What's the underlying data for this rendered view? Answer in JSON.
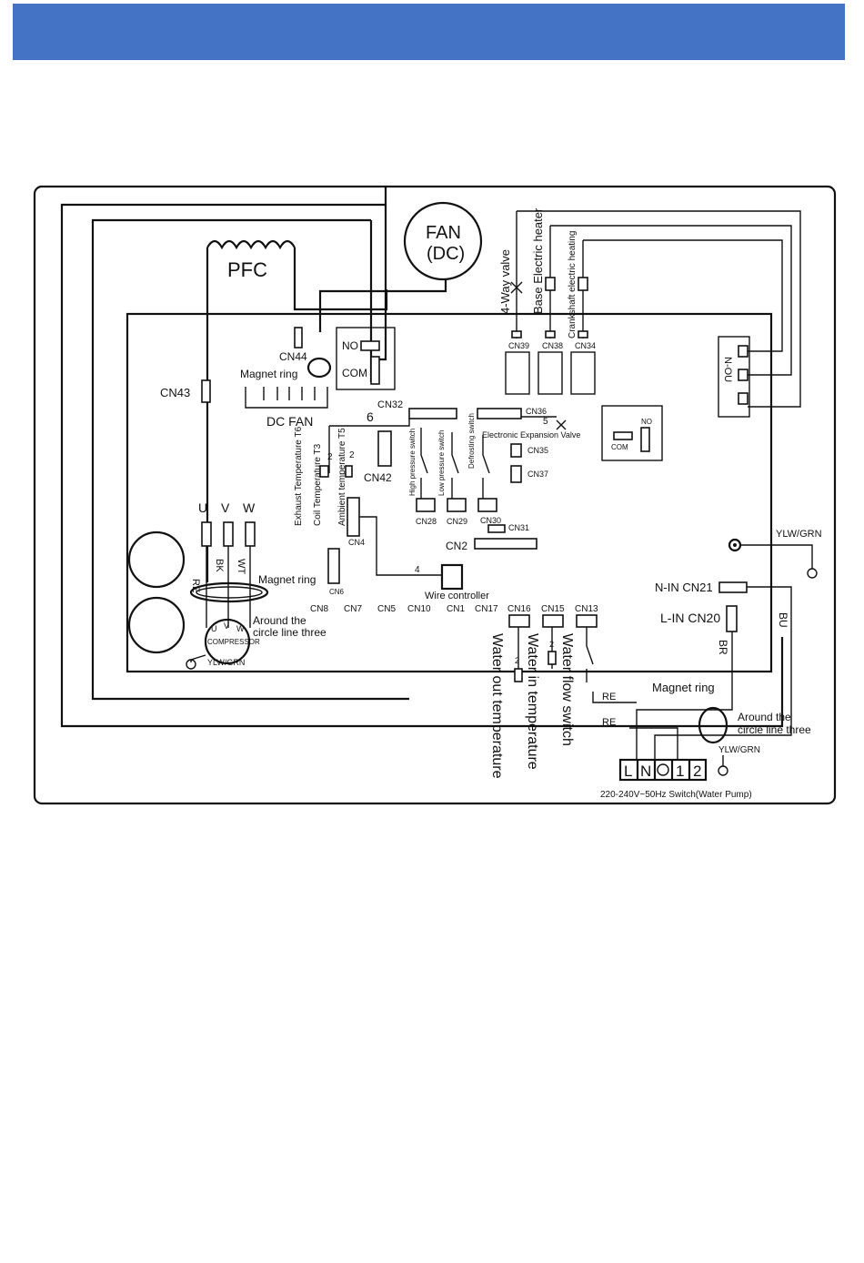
{
  "labels": {
    "pfc": "PFC",
    "fan1": "FAN",
    "fan2": "(DC)",
    "four_way_valve": "4-Way valve",
    "base_heater": "Base Electric heater",
    "crankshaft_heater": "Crankshaft electric heating",
    "cn39": "CN39",
    "cn38": "CN38",
    "cn34": "CN34",
    "cn44": "CN44",
    "cn43": "CN43",
    "magnet_ring_top": "Magnet ring",
    "no_top": "NO",
    "com_top": "COM",
    "dc_fan": "DC FAN",
    "cn32": "CN32",
    "six": "6",
    "cn36": "CN36",
    "five": "5",
    "eev": "Electronic Expansion Valve",
    "cn35": "CN35",
    "cn37": "CN37",
    "no_right": "NO",
    "com_right": "COM",
    "n_out": "N-OU",
    "exhaust_temp": "Exhaust Temperature T6",
    "coil_temp": "Coil Temperature T3",
    "ambient_temp": "Ambient temperature T5",
    "two_a": "2",
    "two_b": "2",
    "cn42": "CN42",
    "high_pressure": "High pressure switch",
    "low_pressure": "Low pressure switch",
    "defrosting": "Defrosting switch",
    "cn28": "CN28",
    "cn29": "CN29",
    "cn30": "CN30",
    "cn31": "CN31",
    "cn2": "CN2",
    "u": "U",
    "v": "V",
    "w": "W",
    "re": "RE",
    "bk": "BK",
    "wt": "WT",
    "cn4": "CN4",
    "magnet_ring_mid": "Magnet ring",
    "cn6": "CN6",
    "four": "4",
    "wire_controller": "Wire controller",
    "cn8": "CN8",
    "cn7": "CN7",
    "cn5": "CN5",
    "cn10": "CN10",
    "cn1": "CN1",
    "cn17": "CN17",
    "cn16": "CN16",
    "cn15": "CN15",
    "cn13": "CN13",
    "around_circle_left_1": "Around the",
    "around_circle_left_2": "circle line three",
    "compressor": "COMPRESSOR",
    "uvw_small_u": "U",
    "uvw_small_v": "V",
    "uvw_small_w": "W",
    "ylw_grn_left": "YLW/GRN",
    "water_out": "Water out temperature",
    "water_in": "Water in temperature",
    "water_flow": "Water flow switch",
    "two_c": "2",
    "two_d": "2",
    "ylw_grn_right": "YLW/GRN",
    "n_in": "N-IN CN21",
    "l_in": "L-IN CN20",
    "bu": "BU",
    "br": "BR",
    "magnet_ring_bottom": "Magnet ring",
    "re_1": "RE",
    "re_2": "RE",
    "around_circle_right_1": "Around the",
    "around_circle_right_2": "circle line three",
    "ylw_grn_bottom": "YLW/GRN",
    "term_l": "L",
    "term_n": "N",
    "term_1": "1",
    "term_2": "2",
    "supply": "220-240V~50Hz Switch(Water Pump)"
  },
  "colors": {
    "header": "#4472c4",
    "ink": "#111111"
  }
}
